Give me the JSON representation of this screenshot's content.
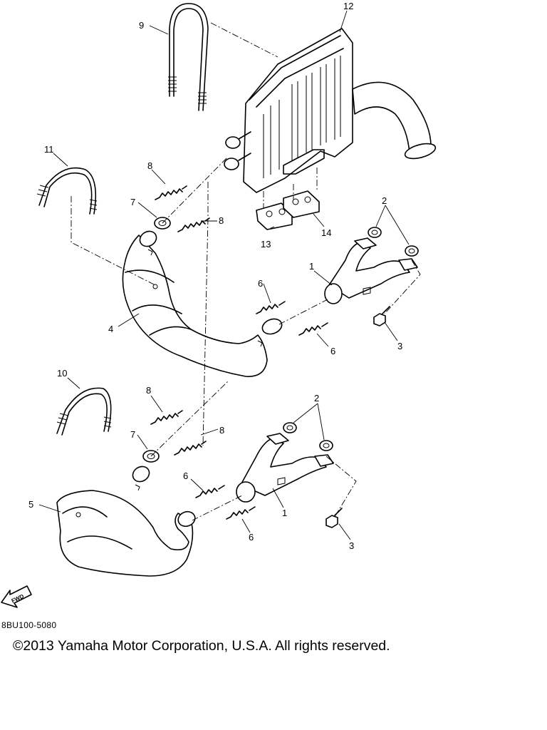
{
  "callouts": {
    "c1": "1",
    "c1b": "1",
    "c2": "2",
    "c2b": "2",
    "c3": "3",
    "c3b": "3",
    "c4": "4",
    "c5": "5",
    "c6": "6",
    "c6b": "6",
    "c6c": "6",
    "c6d": "6",
    "c7": "7",
    "c7b": "7",
    "c8": "8",
    "c8b": "8",
    "c8c": "8",
    "c8d": "8",
    "c9": "9",
    "c10": "10",
    "c11": "11",
    "c12": "12",
    "c13": "13",
    "c14": "14"
  },
  "fwd_label": "FWD",
  "drawing_code": "8BU100-5080",
  "copyright": "©2013 Yamaha Motor Corporation, U.S.A. All rights reserved."
}
